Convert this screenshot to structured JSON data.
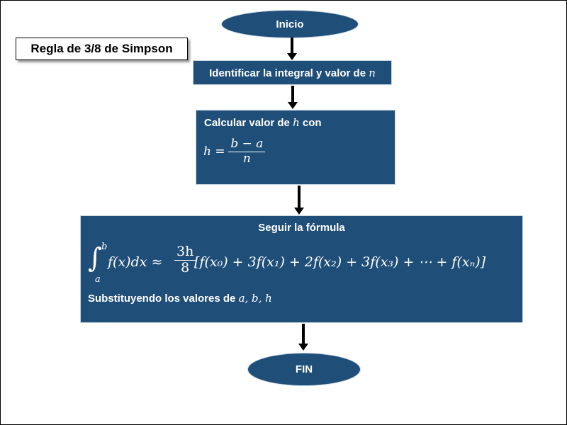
{
  "title": "Regla de 3/8 de Simpson",
  "start": {
    "label": "Inicio"
  },
  "step1": {
    "text": "Identificar la integral y valor de",
    "var": "n"
  },
  "step2": {
    "text": "Calcular valor de",
    "var": "h",
    "text_after": "con",
    "lhs": "h =",
    "numerator": "b − a",
    "denominator": "n"
  },
  "step3": {
    "title": "Seguir la fórmula",
    "integral_upper": "b",
    "integral_lower": "a",
    "integrand": "f(x)dx ≈",
    "coef_numerator": "3h",
    "coef_denominator": "8",
    "series": "[f(x₀) + 3f(x₁) + 2f(x₂) + 3f(x₃) + ⋯ + f(xₙ)]",
    "note": "Substituyendo los valores de",
    "note_vars": "a,  b,  h"
  },
  "end": {
    "label": "FIN"
  },
  "colors": {
    "box_fill": "#1f4e79",
    "arrow": "#000000"
  }
}
